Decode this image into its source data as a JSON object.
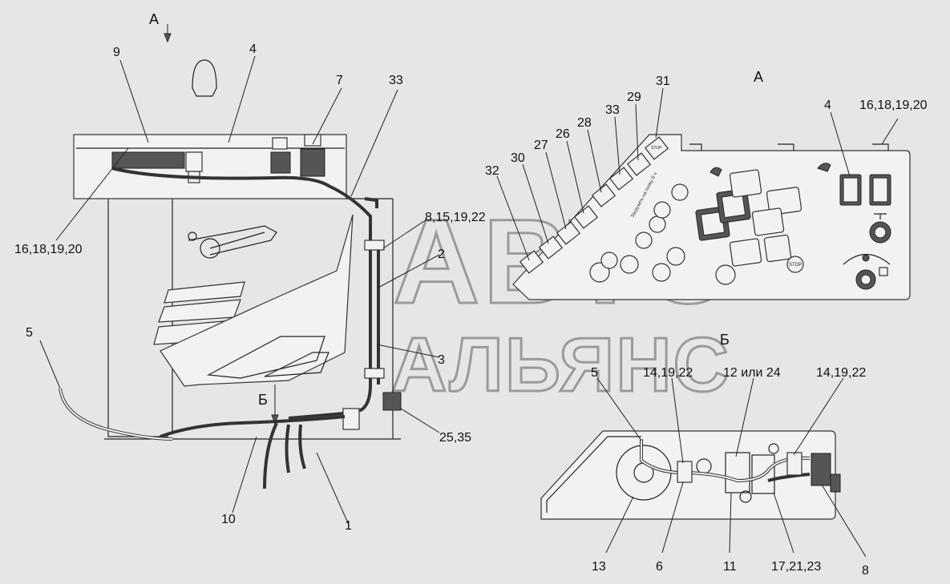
{
  "view_labels": {
    "view_a_arrow": "А",
    "view_a_title": "А",
    "view_b_arrow": "Б",
    "view_b_title": "Б"
  },
  "callouts": {
    "c9": "9",
    "c4_left": "4",
    "c7": "7",
    "c33_left": "33",
    "c16_left": "16,18,19,20",
    "c8_15": "8,15,19,22",
    "c2": "2",
    "c3": "3",
    "c25": "25,35",
    "c5_left": "5",
    "c10": "10",
    "c1": "1",
    "c31": "31",
    "c29": "29",
    "c33_right": "33",
    "c28": "28",
    "c26": "26",
    "c27": "27",
    "c30": "30",
    "c32": "32",
    "c4_right": "4",
    "c16_right": "16,18,19,20",
    "c5_b": "5",
    "c14_a": "14,19,22",
    "c12": "12 или 24",
    "c14_b": "14,19,22",
    "c13": "13",
    "c6": "6",
    "c11": "11",
    "c17": "17,21,23",
    "c8_b": "8"
  },
  "panel_text": {
    "stop_small": "STOP",
    "stop_big": "STOP",
    "vertical_caption": "Загрузить на полку 8 ч"
  },
  "watermark": {
    "line1": "АВТО",
    "line2": "АЛЬЯНС"
  }
}
